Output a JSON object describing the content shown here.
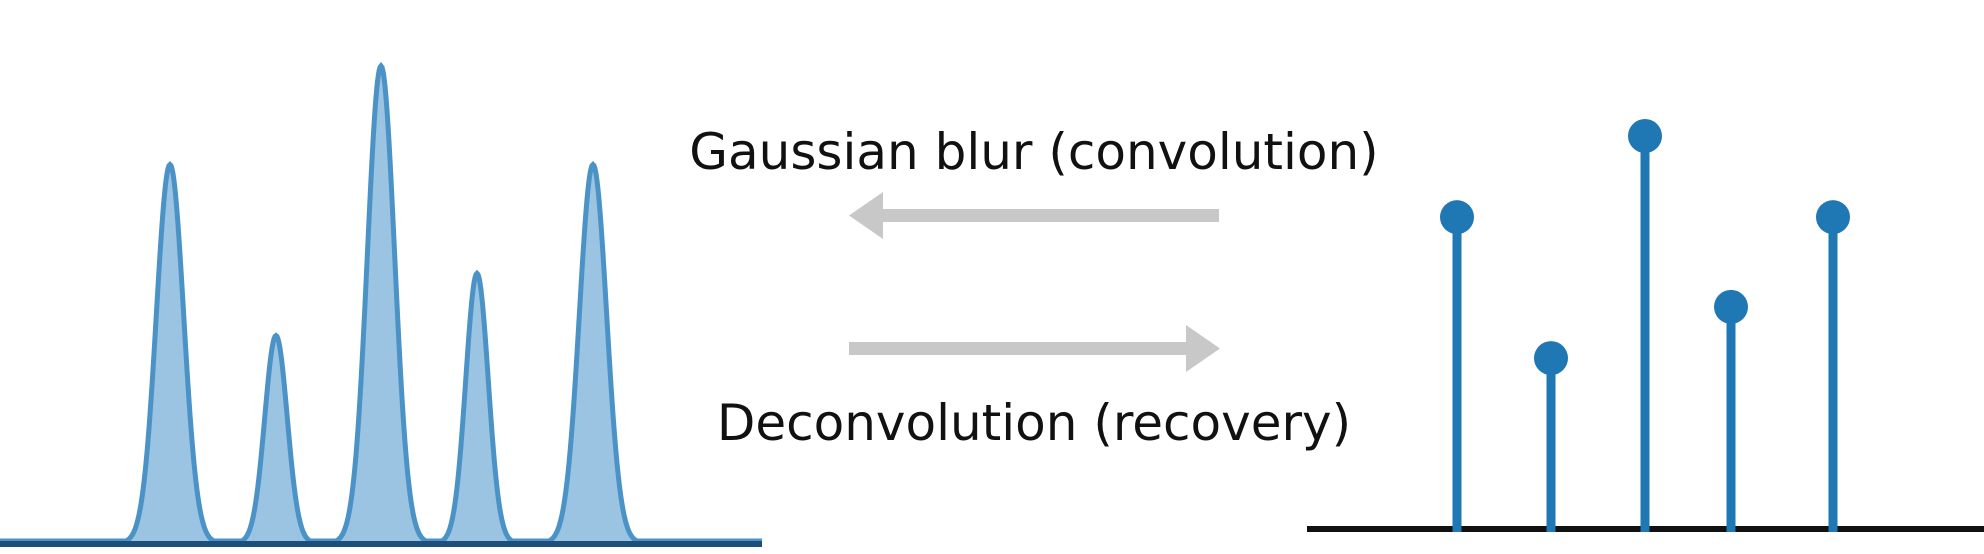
{
  "labels": {
    "forward": "Gaussian blur (convolution)",
    "inverse": "Deconvolution (recovery)"
  },
  "colors": {
    "curve_stroke": "#4b93c6",
    "curve_fill": "#9bc3e2",
    "stem": "#1f77b4",
    "arrow": "#c8c8c8",
    "baseline_blurred": "#1e4f7a",
    "baseline_spikes": "#111111"
  },
  "signal": {
    "positions": [
      1,
      2,
      3,
      4,
      5
    ],
    "amplitudes": [
      0.73,
      0.4,
      0.92,
      0.52,
      0.73
    ],
    "blurred_peaks": [
      0.73,
      0.4,
      0.92,
      0.52,
      0.73
    ]
  }
}
